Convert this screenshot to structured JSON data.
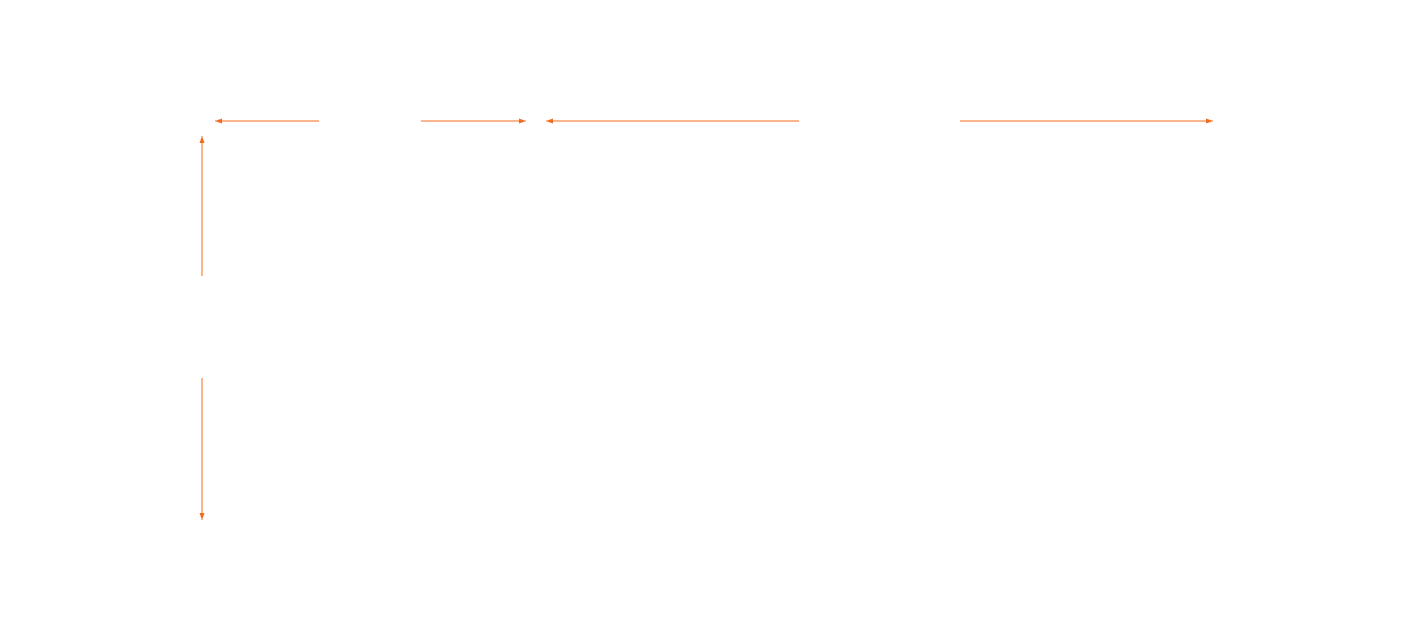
{
  "diagram": {
    "type": "dimension-lines",
    "line_color": "#f26b21",
    "background_color": "#ffffff",
    "labels": [],
    "dimensions": [
      {
        "id": "width-dimension-left",
        "orientation": "horizontal",
        "arrowheads": "both"
      },
      {
        "id": "width-dimension-right",
        "orientation": "horizontal",
        "arrowheads": "both"
      },
      {
        "id": "height-dimension",
        "orientation": "vertical",
        "arrowheads": "both"
      }
    ]
  }
}
